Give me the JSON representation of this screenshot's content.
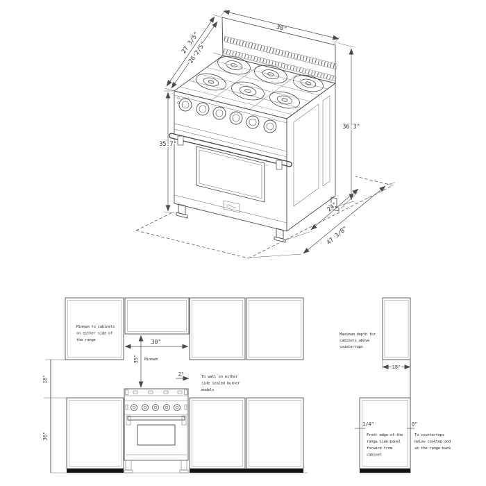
{
  "isometric_view": {
    "dim_width": "30\"",
    "dim_depth_total": "27 3/5\"",
    "dim_depth_body": "26 2/5\"",
    "dim_height_back": "36.3\"",
    "dim_height_front": "35.7\"",
    "dim_floor_depth": "24\"",
    "dim_floor_diagonal": "47 3/8\""
  },
  "installation_view": {
    "front": {
      "cabinet_note": [
        "Minmum to cabinets",
        "on either side of",
        "the range"
      ],
      "opening_width": "30\"",
      "clearance_above": "35\"",
      "clearance_above_note": "Minmum",
      "side_clearance": "2\"",
      "side_clearance_note": [
        "To wall on either",
        "side sealed burner",
        "models"
      ],
      "counter_to_cabinet": "18\"",
      "counter_height": "36\""
    },
    "side": {
      "upper_cabinet_note": [
        "Maximum depth for",
        "cabinets above",
        "countertops"
      ],
      "upper_cabinet_depth": "18\"",
      "front_edge_dim": "1/4\"",
      "front_edge_note": [
        "Front edge of the",
        "range side panel",
        "forward from",
        "cabinet"
      ],
      "back_clearance_dim": "0\"",
      "back_clearance_note": [
        "To countertops",
        "below cooktop and",
        "at the range back"
      ]
    }
  }
}
